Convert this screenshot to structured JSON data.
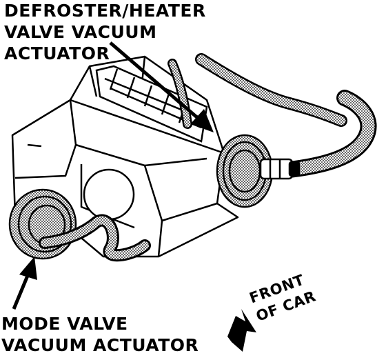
{
  "labels": {
    "defroster_actuator": {
      "line1": "DEFROSTER/HEATER",
      "line2": "VALVE VACUUM",
      "line3": "ACTUATOR"
    },
    "mode_actuator": {
      "line1": "MODE VALVE",
      "line2": "VACUUM ACTUATOR"
    },
    "orientation": {
      "line1": "FRONT",
      "line2": "OF CAR"
    }
  },
  "colors": {
    "ink": "#000000",
    "paper": "#ffffff",
    "hose_fill": "#8c8c8c"
  }
}
